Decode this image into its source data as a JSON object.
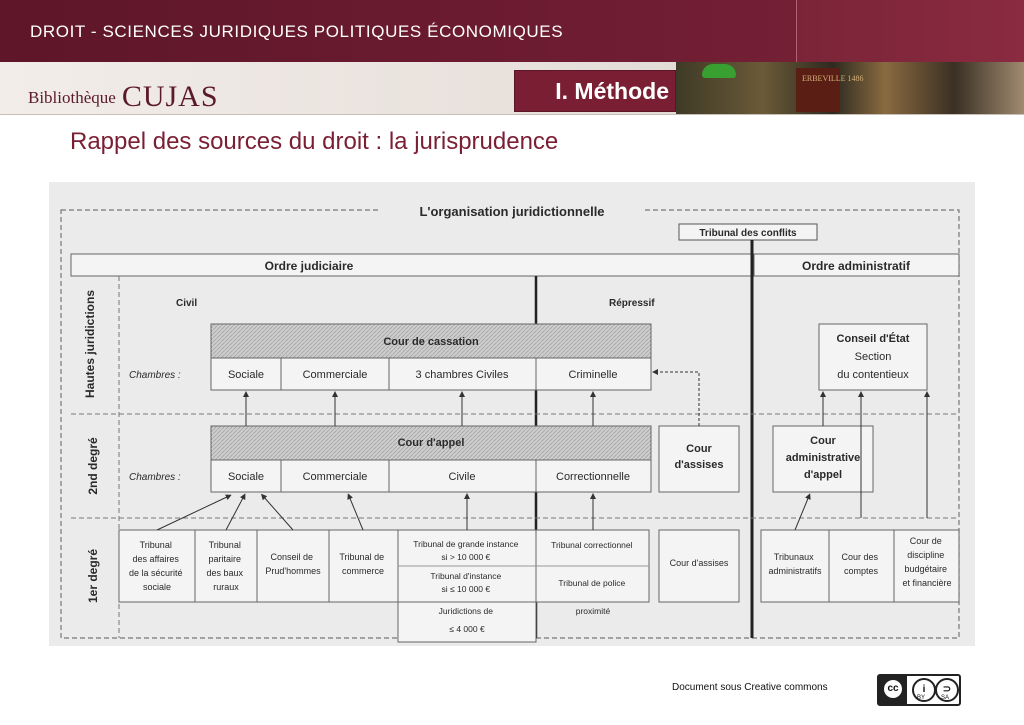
{
  "header": {
    "banner_text": "DROIT - SCIENCES JURIDIQUES POLITIQUES ÉCONOMIQUES",
    "brand_prefix": "Bibliothèque",
    "brand_name": "CUJAS",
    "section_title": "I. Méthode",
    "photo_spine_text": "ERBEVILLE 1486"
  },
  "slide": {
    "subtitle": "Rappel des sources du droit : la jurisprudence"
  },
  "diagram": {
    "title": "L'organisation juridictionnelle",
    "conflicts_court": "Tribunal des conflits",
    "judicial_order": "Ordre judiciaire",
    "administrative_order": "Ordre administratif",
    "civil_label": "Civil",
    "penal_label": "Répressif",
    "row_labels": [
      "Hautes juridictions",
      "2nd degré",
      "1er degré"
    ],
    "chambers_label": "Chambres :",
    "cassation": {
      "title": "Cour de cassation",
      "chambers": [
        "Sociale",
        "Commerciale",
        "3 chambres Civiles",
        "Criminelle"
      ]
    },
    "appeal": {
      "title": "Cour d'appel",
      "chambers": [
        "Sociale",
        "Commerciale",
        "Civile",
        "Correctionnelle"
      ]
    },
    "assizes": [
      "Cour",
      "d'assises"
    ],
    "conseil_etat": [
      "Conseil d'État",
      "Section",
      "du contentieux"
    ],
    "caa": [
      "Cour",
      "administrative",
      "d'appel"
    ],
    "first_degree_judicial": [
      {
        "lines": [
          "Tribunal",
          "des affaires",
          "de la sécurité",
          "sociale"
        ]
      },
      {
        "lines": [
          "Tribunal",
          "paritaire",
          "des baux",
          "ruraux"
        ]
      },
      {
        "lines": [
          "Conseil de",
          "Prud'hommes"
        ]
      },
      {
        "lines": [
          "Tribunal de",
          "commerce"
        ]
      },
      {
        "lines": [
          "Tribunal de grande instance",
          "si > 10 000 €",
          "Tribunal d'instance",
          "si ≤ 10 000 €",
          "Juridictions de",
          "≤ 4 000 €"
        ]
      },
      {
        "lines": [
          "Tribunal correctionnel",
          "Tribunal de police",
          "proximité"
        ]
      },
      {
        "lines": [
          "Cour d'assises"
        ]
      }
    ],
    "first_degree_admin": [
      {
        "lines": [
          "Tribunaux",
          "administratifs"
        ]
      },
      {
        "lines": [
          "Cour des",
          "comptes"
        ]
      },
      {
        "lines": [
          "Cour de",
          "discipline",
          "budgétaire",
          "et financière"
        ]
      }
    ]
  },
  "footer": {
    "license_text": "Document sous Creative commons",
    "cc_symbols": [
      "cc",
      "i",
      "⊃"
    ],
    "cc_sub": [
      "BY",
      "SA"
    ]
  }
}
